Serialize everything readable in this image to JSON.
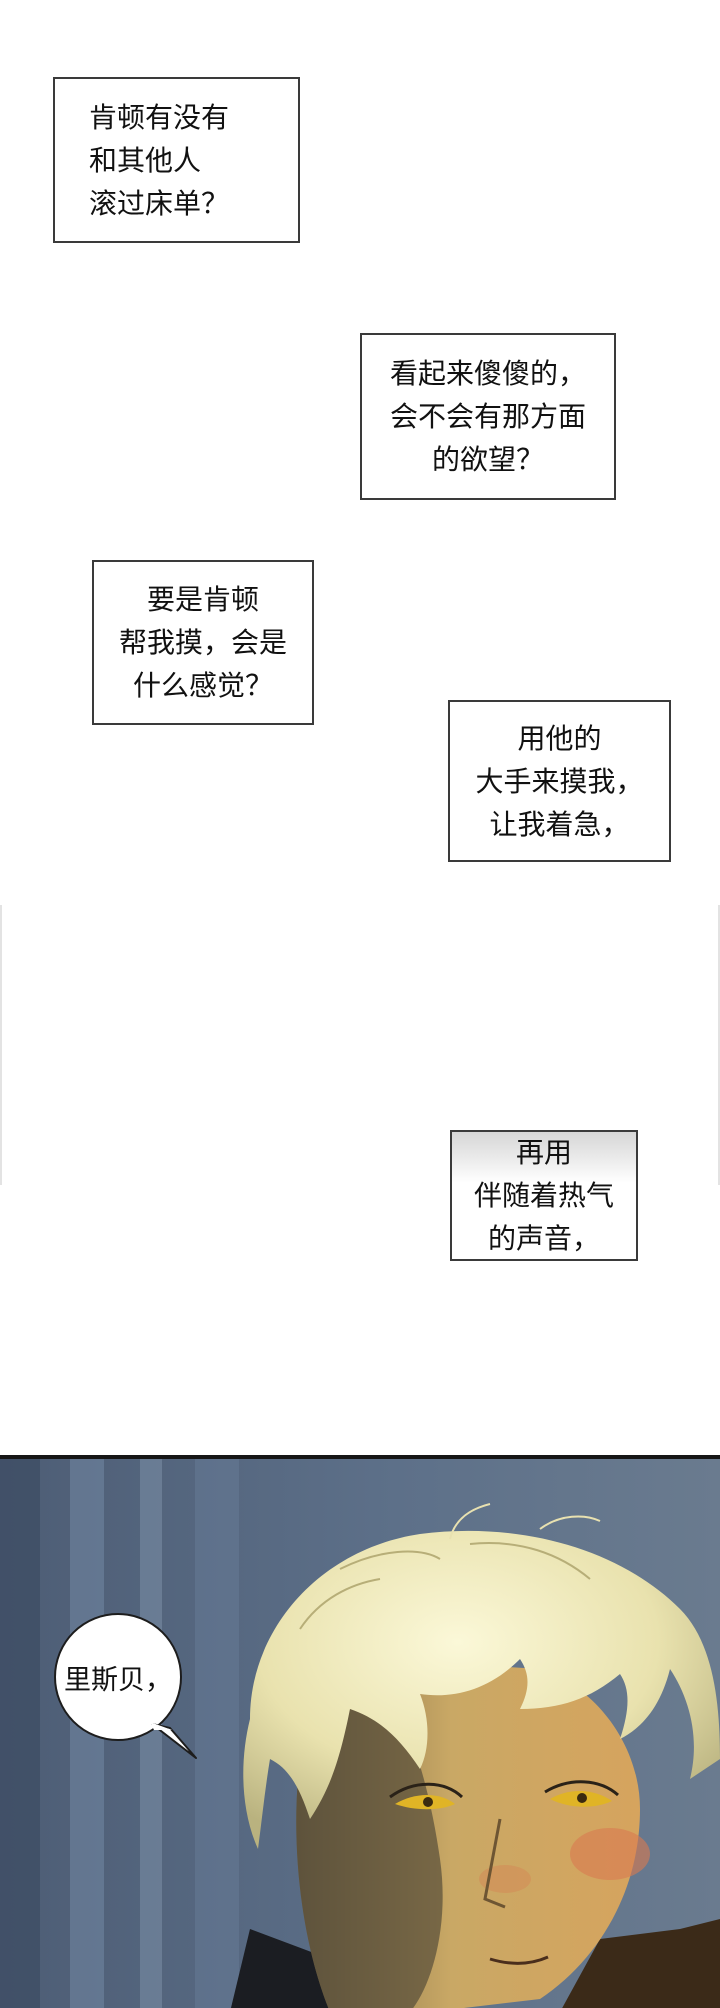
{
  "narration": [
    {
      "lines": [
        "肯顿有没有",
        "和其他人",
        "滚过床单？"
      ]
    },
    {
      "lines": [
        "看起来傻傻的，",
        "会不会有那方面",
        "的欲望？"
      ]
    },
    {
      "lines": [
        "要是肯顿",
        "帮我摸，会是",
        "什么感觉？"
      ]
    },
    {
      "lines": [
        "用他的",
        "大手来摸我，",
        "让我着急，"
      ]
    },
    {
      "lines": [
        "再用",
        "伴随着热气",
        "的声音，"
      ]
    }
  ],
  "panel": {
    "speech_bubble": "里斯贝，",
    "character": "blond-haired man with golden eyes, blushing",
    "palette": {
      "background": "#3f5068",
      "hair": "#f1ecc0",
      "skin": "#c9a865",
      "eyes": "#e0b426",
      "blush": "#d87a50"
    }
  }
}
